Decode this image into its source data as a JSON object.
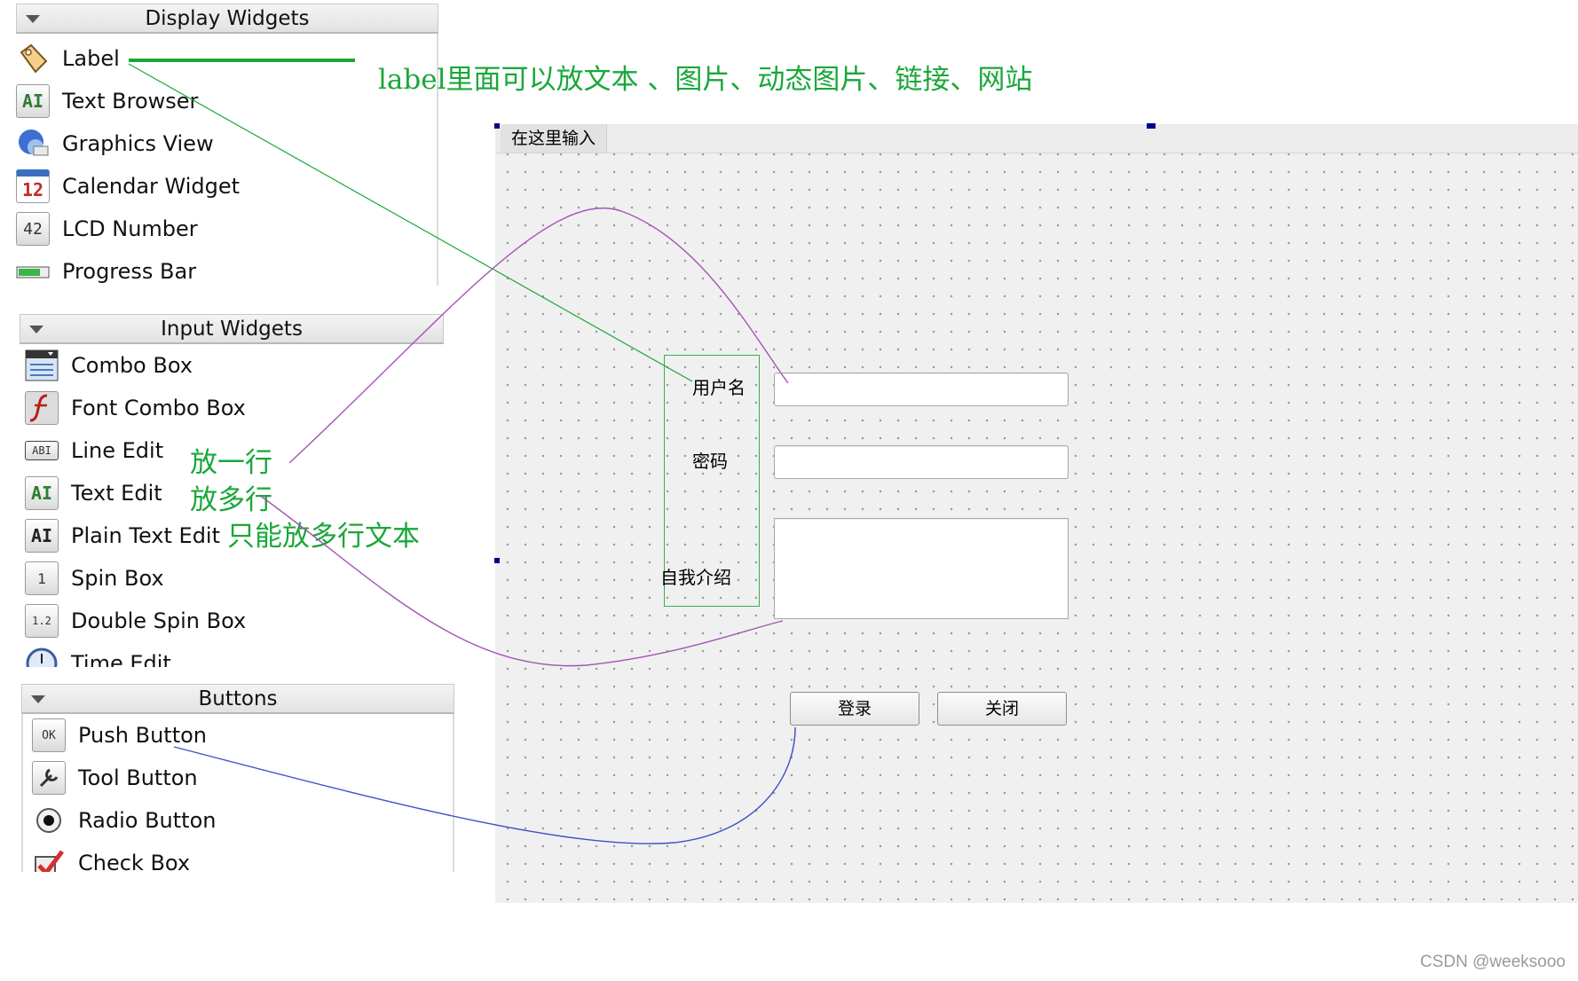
{
  "display_widgets": {
    "title": "Display Widgets",
    "items": [
      {
        "label": "Label",
        "icon": "label-tag-icon"
      },
      {
        "label": "Text Browser",
        "icon": "text-browser-icon"
      },
      {
        "label": "Graphics View",
        "icon": "graphics-view-icon"
      },
      {
        "label": "Calendar Widget",
        "icon": "calendar-icon"
      },
      {
        "label": "LCD Number",
        "icon": "lcd-number-icon"
      },
      {
        "label": "Progress Bar",
        "icon": "progress-bar-icon"
      }
    ],
    "calendar_day": "12",
    "lcd_digits": "42"
  },
  "input_widgets": {
    "title": "Input Widgets",
    "items": [
      {
        "label": "Combo Box",
        "icon": "combo-box-icon"
      },
      {
        "label": "Font Combo Box",
        "icon": "font-combo-box-icon"
      },
      {
        "label": "Line Edit",
        "icon": "line-edit-icon"
      },
      {
        "label": "Text Edit",
        "icon": "text-edit-icon"
      },
      {
        "label": "Plain Text Edit",
        "icon": "plain-text-edit-icon"
      },
      {
        "label": "Spin Box",
        "icon": "spin-box-icon"
      },
      {
        "label": "Double Spin Box",
        "icon": "double-spin-box-icon"
      },
      {
        "label": "Time Edit",
        "icon": "time-edit-icon"
      }
    ],
    "line_edit_glyph": "ABI",
    "spin_glyph": "1",
    "double_spin_glyph": "1.2"
  },
  "buttons": {
    "title": "Buttons",
    "items": [
      {
        "label": "Push Button",
        "icon": "push-button-icon"
      },
      {
        "label": "Tool Button",
        "icon": "tool-button-icon"
      },
      {
        "label": "Radio Button",
        "icon": "radio-button-icon"
      },
      {
        "label": "Check Box",
        "icon": "check-box-icon"
      }
    ],
    "push_glyph": "OK"
  },
  "form": {
    "menu_placeholder": "在这里输入",
    "username_label": "用户名",
    "password_label": "密码",
    "intro_label": "自我介绍",
    "login_button": "登录",
    "close_button": "关闭"
  },
  "annotations": {
    "label_note": "label里面可以放文本 、图片、动态图片、链接、网站",
    "line_edit_note": "放一行",
    "text_edit_note": "放多行",
    "plain_text_note": "只能放多行文本",
    "green_color": "#1aa73a",
    "purple_color": "#a455b4",
    "blue_color": "#3f4fc8"
  },
  "watermark": "CSDN @weeksooo"
}
